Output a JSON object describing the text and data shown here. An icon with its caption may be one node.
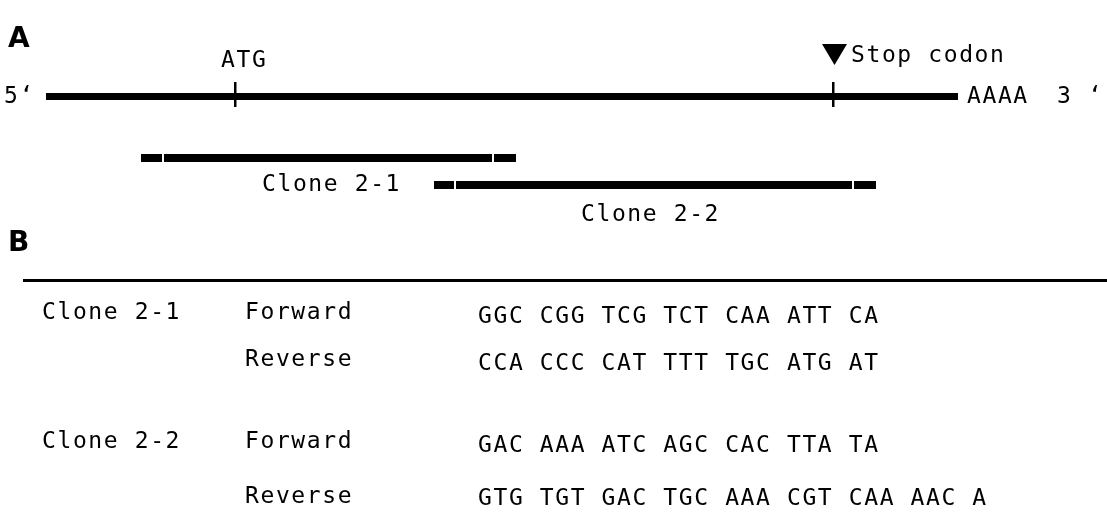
{
  "diagram": {
    "labels": [
      "A",
      "ATG",
      "Stop codon",
      "5‘",
      "AAAA",
      "3 ‘",
      "Clone 2-1",
      "Clone 2-2",
      "B",
      "Clone 2-1",
      "Forward",
      "GGC CGG TCG TCT CAA ATT CA",
      "Reverse",
      "CCA CCC CAT TTT TGC ATG AT",
      "Clone 2-2",
      "Forward",
      "GAC AAA ATC AGC CAC TTA TA",
      "Reverse",
      "GTG TGT GAC TGC AAA CGT CAA AAC A"
    ]
  }
}
